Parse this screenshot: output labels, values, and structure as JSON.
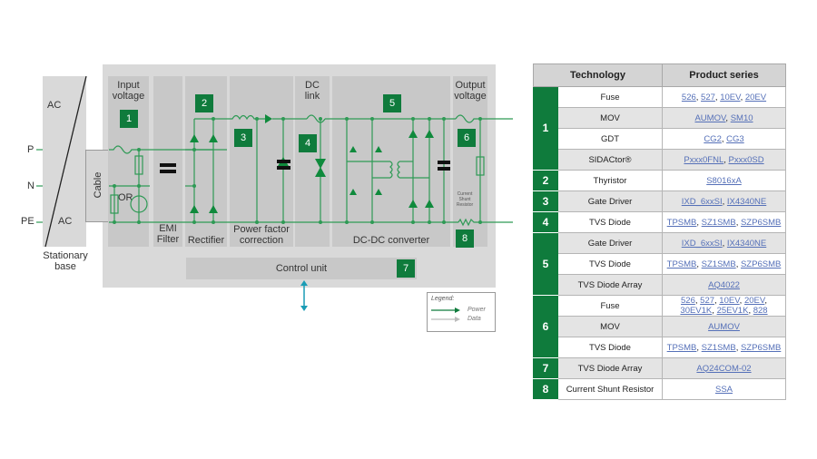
{
  "diagram": {
    "stationary_base": {
      "ac_top": "AC",
      "ac_bottom": "AC",
      "label": "Stationary base"
    },
    "terminals": [
      "P",
      "N",
      "PE"
    ],
    "cable_label": "Cable",
    "sections": {
      "input_voltage": "Input voltage",
      "emi_filter": "EMI Filter",
      "rectifier": "Rectifier",
      "pfc": "Power factor correction",
      "dc_link": "DC link",
      "dcdc": "DC-DC converter",
      "output_voltage": "Output voltage",
      "control_unit": "Control unit",
      "current_shunt": "Current Shunt Resistor",
      "or_label": "OR"
    },
    "badges": [
      "1",
      "2",
      "3",
      "4",
      "5",
      "6",
      "7",
      "8"
    ],
    "legend": {
      "title": "Legend:",
      "power": "Power",
      "data": "Data"
    },
    "colors": {
      "accent": "#0f7b3c",
      "circuit": "#2e9a55",
      "data_arrow": "#1a9cb5",
      "panel": "#d9d9d9",
      "block": "#c8c8c8"
    }
  },
  "table": {
    "headers": [
      "Technology",
      "Product series"
    ],
    "groups": [
      {
        "num": "1",
        "rows": [
          {
            "tech": "Fuse",
            "products": [
              "526",
              "527",
              "10EV",
              "20EV"
            ]
          },
          {
            "tech": "MOV",
            "products": [
              "AUMOV",
              "SM10"
            ]
          },
          {
            "tech": "GDT",
            "products": [
              "CG2",
              "CG3"
            ]
          },
          {
            "tech": "SIDACtor®",
            "products": [
              "Pxxx0FNL",
              "Pxxx0SD"
            ]
          }
        ]
      },
      {
        "num": "2",
        "rows": [
          {
            "tech": "Thyristor",
            "products": [
              "S8016xA"
            ]
          }
        ]
      },
      {
        "num": "3",
        "rows": [
          {
            "tech": "Gate Driver",
            "products": [
              "IXD_6xxSI",
              "IX4340NE"
            ]
          }
        ]
      },
      {
        "num": "4",
        "rows": [
          {
            "tech": "TVS Diode",
            "products": [
              "TPSMB",
              "SZ1SMB",
              "SZP6SMB"
            ]
          }
        ]
      },
      {
        "num": "5",
        "rows": [
          {
            "tech": "Gate Driver",
            "products": [
              "IXD_6xxSI",
              "IX4340NE"
            ]
          },
          {
            "tech": "TVS Diode",
            "products": [
              "TPSMB",
              "SZ1SMB",
              "SZP6SMB"
            ]
          },
          {
            "tech": "TVS Diode Array",
            "products": [
              "AQ4022"
            ]
          }
        ]
      },
      {
        "num": "6",
        "rows": [
          {
            "tech": "Fuse",
            "products": [
              "526",
              "527",
              "10EV",
              "20EV",
              "30EV1K",
              "25EV1K",
              "828"
            ]
          },
          {
            "tech": "MOV",
            "products": [
              "AUMOV"
            ]
          },
          {
            "tech": "TVS Diode",
            "products": [
              "TPSMB",
              "SZ1SMB",
              "SZP6SMB"
            ]
          }
        ]
      },
      {
        "num": "7",
        "rows": [
          {
            "tech": "TVS Diode Array",
            "products": [
              "AQ24COM-02"
            ]
          }
        ]
      },
      {
        "num": "8",
        "rows": [
          {
            "tech": "Current Shunt Resistor",
            "products": [
              "SSA"
            ]
          }
        ]
      }
    ]
  }
}
